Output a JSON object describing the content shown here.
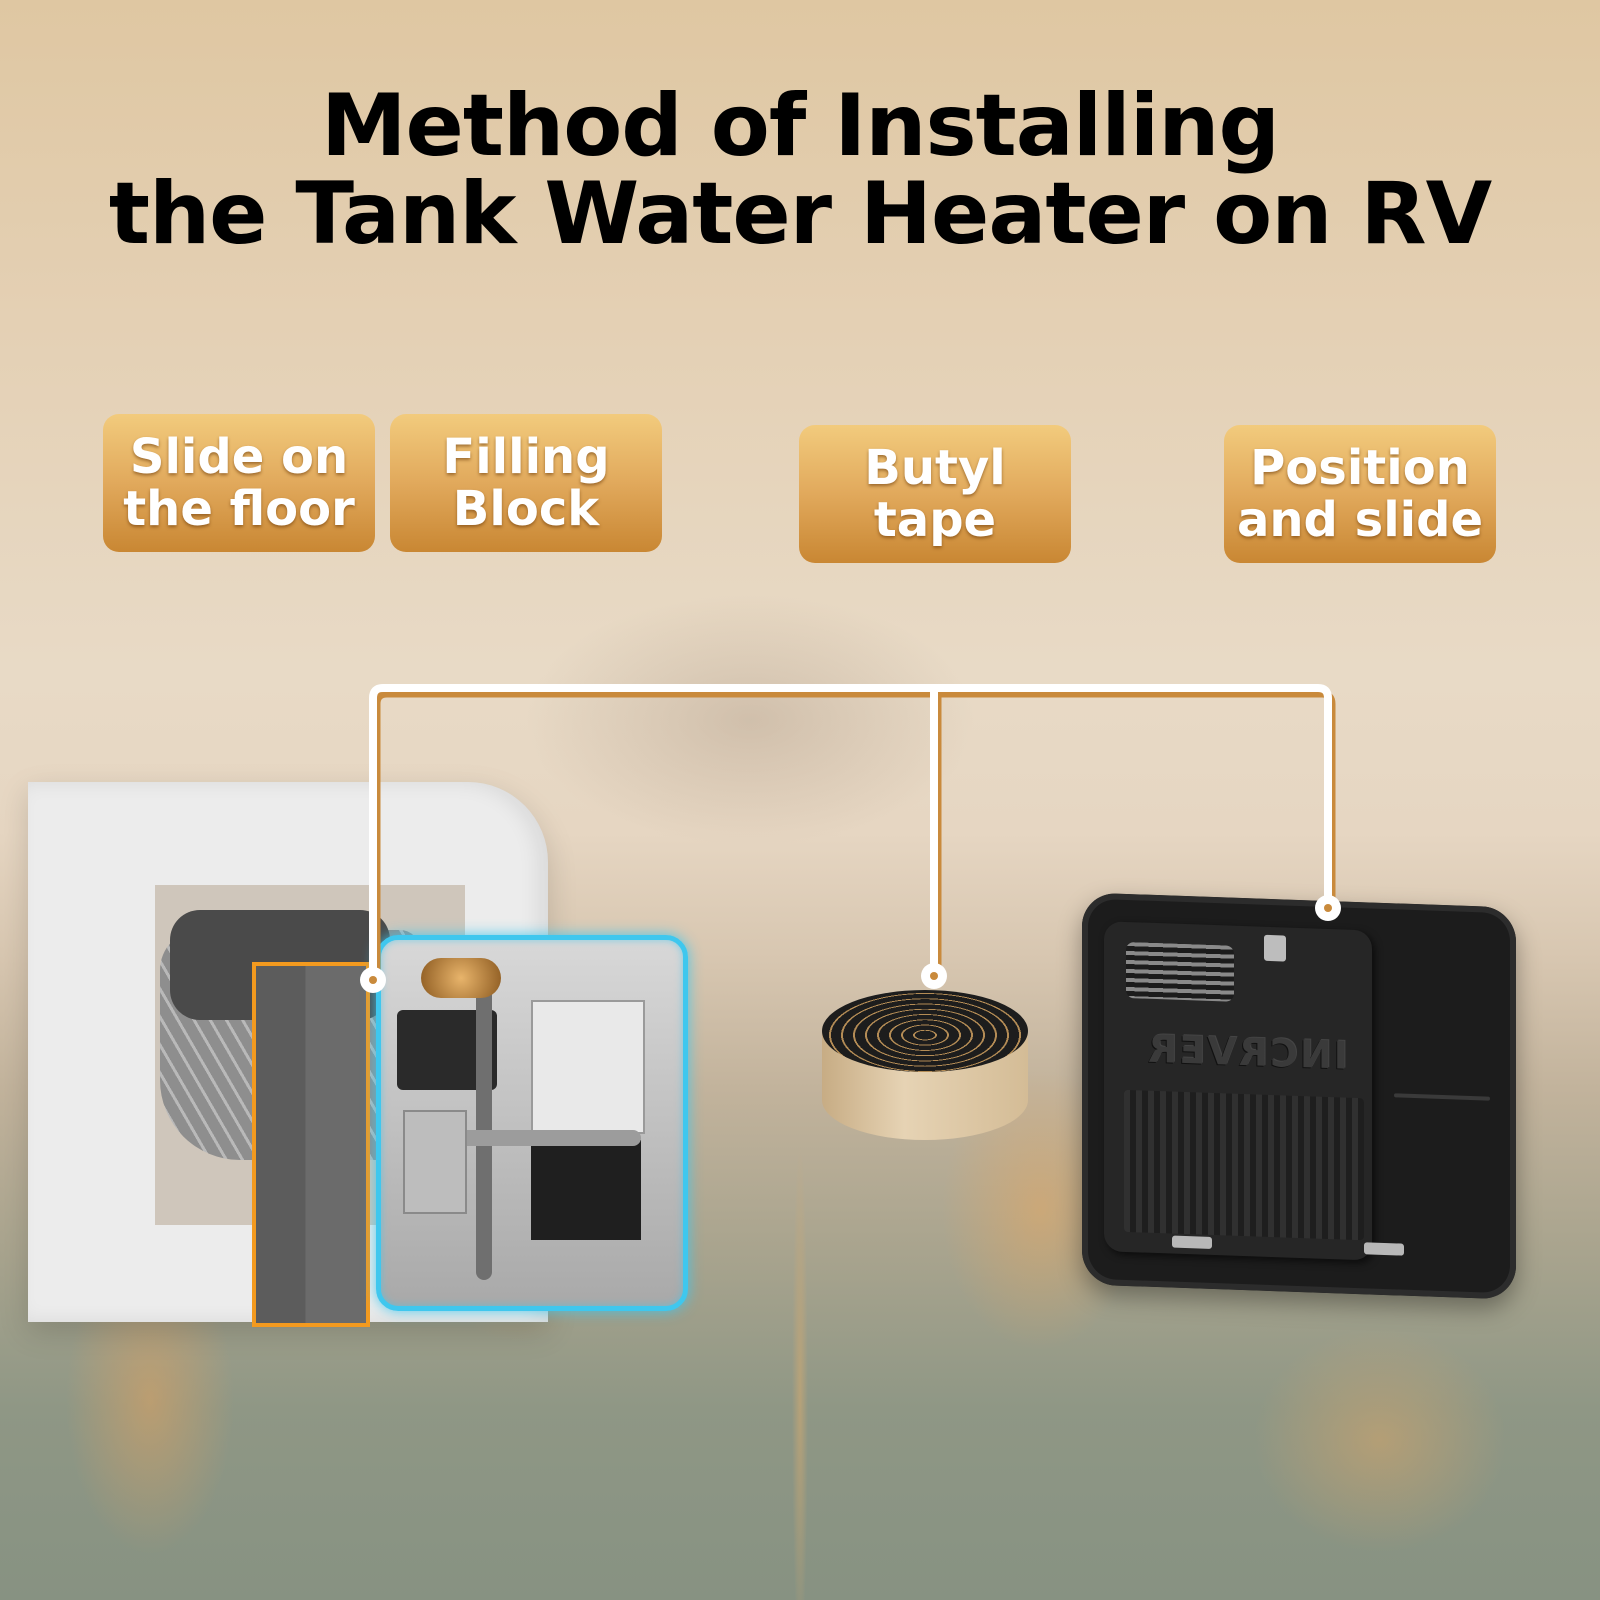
{
  "title": {
    "line1": "Method of Installing",
    "line2": "the Tank Water Heater on RV"
  },
  "tags": [
    {
      "line1": "Slide on",
      "line2": "the floor"
    },
    {
      "line1": "Filling",
      "line2": "Block"
    },
    {
      "line1": "Butyl",
      "line2": "tape"
    },
    {
      "line1": "Position",
      "line2": "and slide"
    }
  ],
  "products": {
    "door_logo_mirrored": "INCRVER"
  },
  "colors": {
    "tag_top": "#f2cb7d",
    "tag_bottom": "#c98733",
    "callout_line": "#ffffff",
    "callout_accent": "#c98a3c",
    "filling_block_outline": "#f39a1f",
    "heater_glow": "#3fc7ee"
  }
}
